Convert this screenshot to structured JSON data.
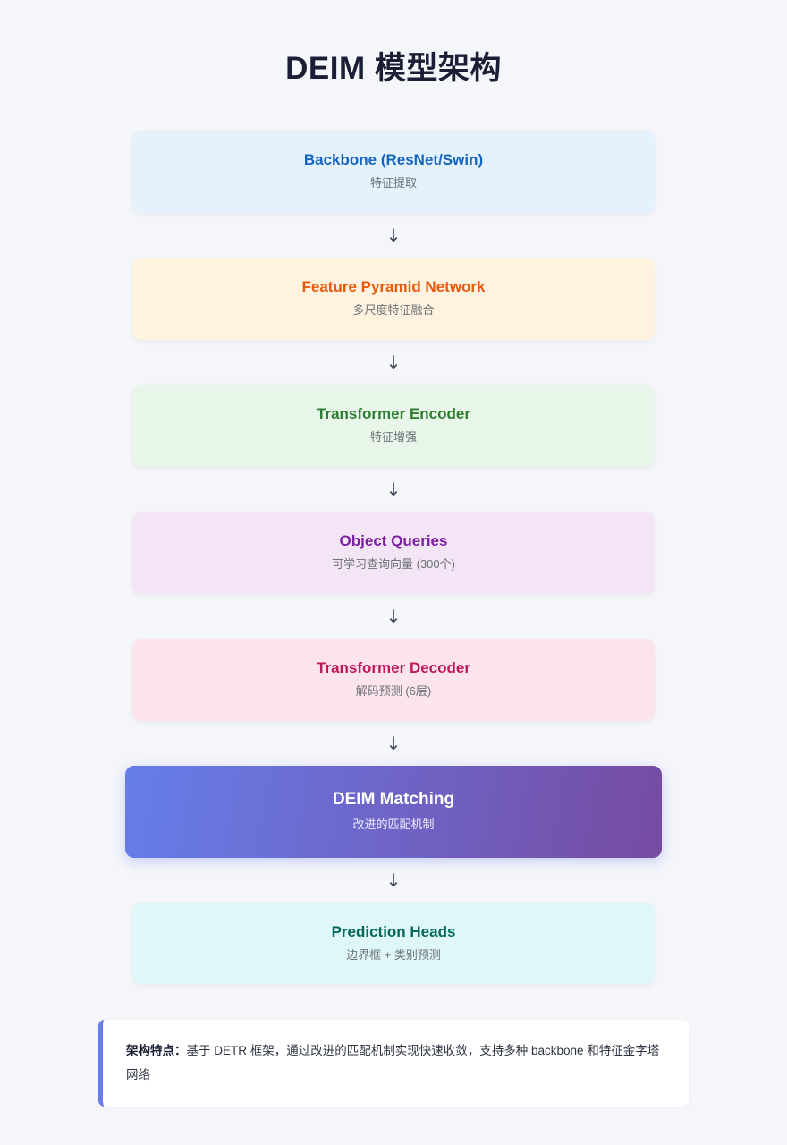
{
  "page": {
    "title": "DEIM 模型架构",
    "background_color": "#f5f6fa"
  },
  "flow": {
    "arrow_glyph": "↓",
    "nodes": [
      {
        "id": "backbone",
        "title": "Backbone (ResNet/Swin)",
        "subtitle": "特征提取",
        "bg_color": "#e3f2fd",
        "text_color": "#1565c0"
      },
      {
        "id": "feature-pyramid-network",
        "title": "Feature Pyramid Network",
        "subtitle": "多尺度特征融合",
        "bg_color": "#fff3e0",
        "text_color": "#e8590c"
      },
      {
        "id": "transformer-encoder",
        "title": "Transformer Encoder",
        "subtitle": "特征增强",
        "bg_color": "#e8f5e9",
        "text_color": "#2e7d32"
      },
      {
        "id": "object-queries",
        "title": "Object Queries",
        "subtitle": "可学习查询向量 (300个)",
        "bg_color": "#f3e5f5",
        "text_color": "#7b1fa2"
      },
      {
        "id": "transformer-decoder",
        "title": "Transformer Decoder",
        "subtitle": "解码预测 (6层)",
        "bg_color": "#fce4ec",
        "text_color": "#c2185b"
      },
      {
        "id": "deim-matching",
        "title": "DEIM Matching",
        "subtitle": "改进的匹配机制",
        "bg_color": "linear-gradient(100deg, #667eea 0%, #764ba2 100%)",
        "text_color": "#ffffff",
        "highlight": true
      },
      {
        "id": "prediction-heads",
        "title": "Prediction Heads",
        "subtitle": "边界框 + 类别预测",
        "bg_color": "#e0f7fa",
        "text_color": "#00695c"
      }
    ]
  },
  "note": {
    "label": "架构特点：",
    "text": "基于 DETR 框架，通过改进的匹配机制实现快速收敛，支持多种 backbone 和特征金字塔网络",
    "accent_color": "#667eea"
  }
}
